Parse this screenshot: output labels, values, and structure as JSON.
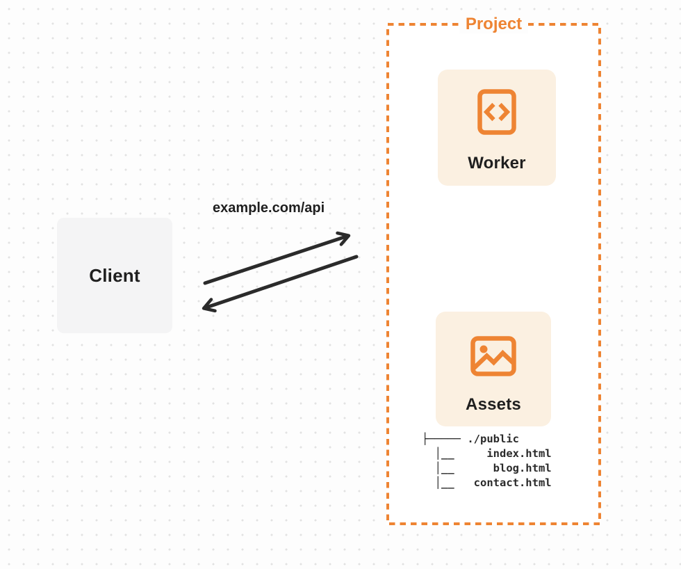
{
  "diagram": {
    "client": {
      "label": "Client"
    },
    "request": {
      "url_label": "example.com/api"
    },
    "project": {
      "label": "Project",
      "worker": {
        "label": "Worker",
        "icon": "code-file-icon"
      },
      "assets": {
        "label": "Assets",
        "icon": "image-icon"
      },
      "file_tree": {
        "root": "./public",
        "files": [
          "index.html",
          "blog.html",
          "contact.html"
        ],
        "lines": [
          "├───── ./public",
          "  │__     index.html",
          "  │__      blog.html",
          "  │__   contact.html"
        ]
      }
    }
  },
  "colors": {
    "orange": "#EE8433",
    "card-bg": "#FBF0E1",
    "client-bg": "#F4F4F5",
    "ink": "#1F1F1F",
    "arrow": "#2B2B2B",
    "page-bg": "#FDFDFD",
    "dot": "#E2E2E2"
  }
}
